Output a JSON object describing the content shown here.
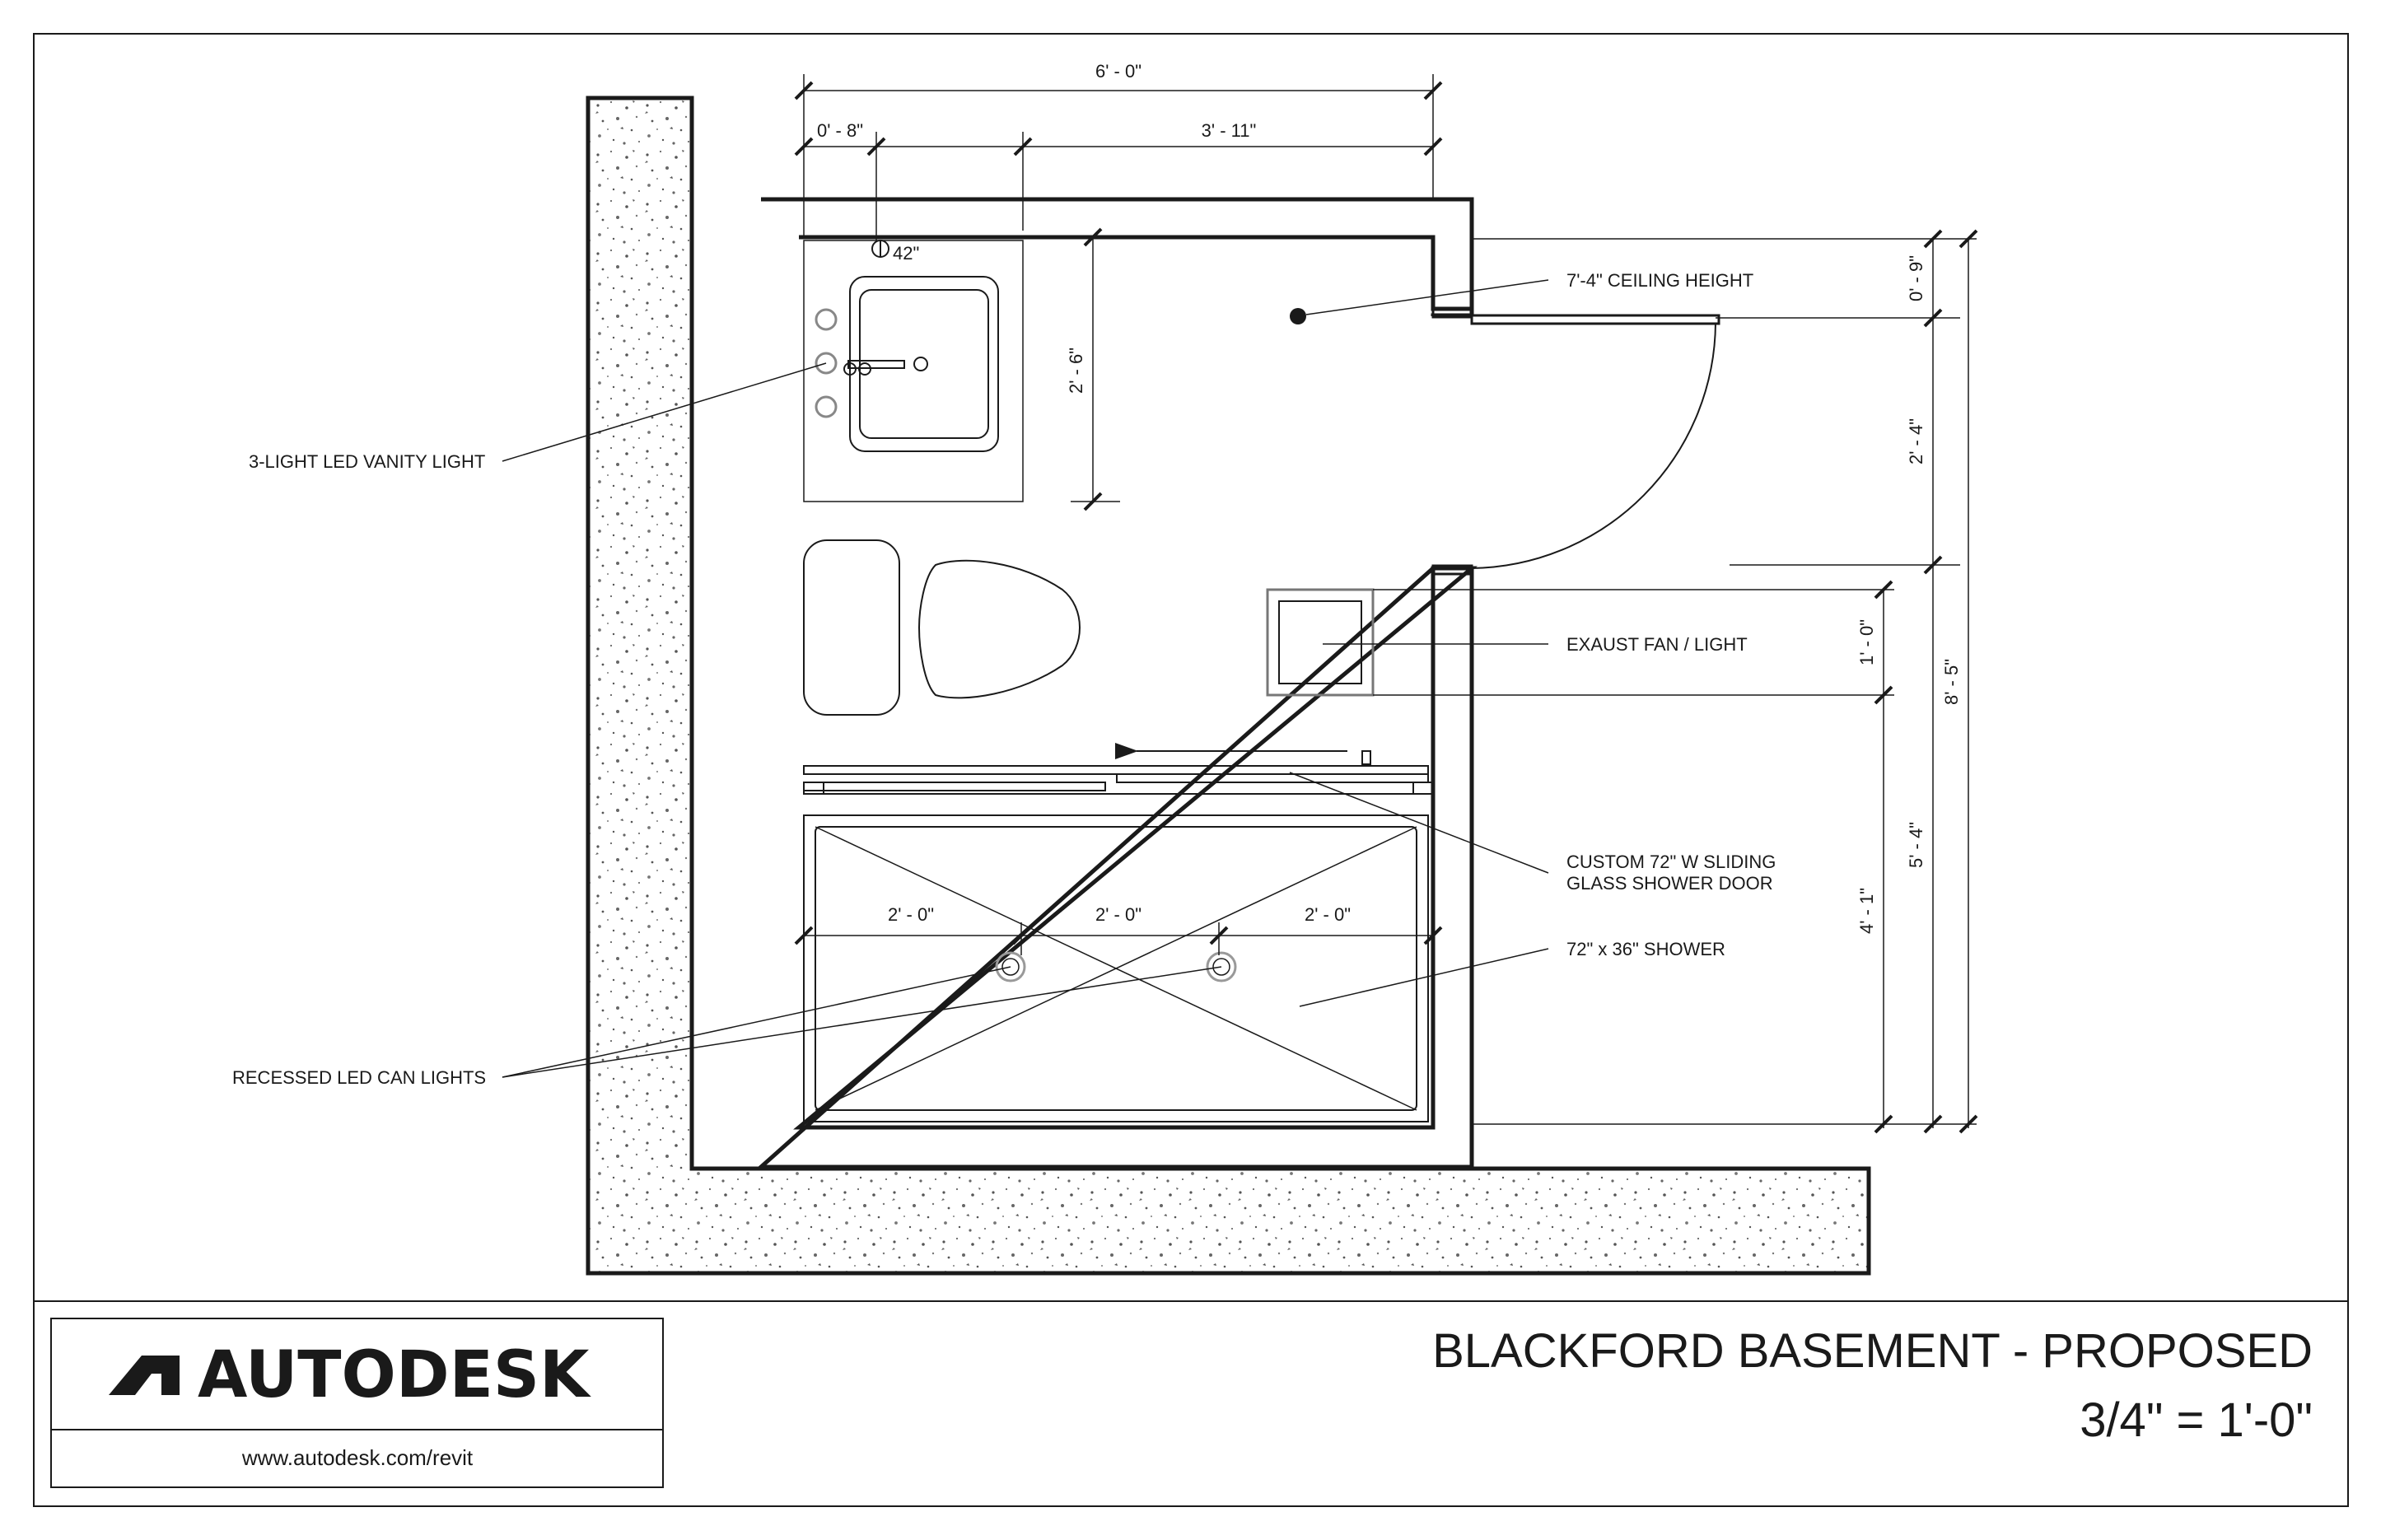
{
  "labels": {
    "vanity_light": "3-LIGHT LED VANITY LIGHT",
    "ceiling_height": "7'-4\" CEILING HEIGHT",
    "exhaust_fan": "EXAUST FAN / LIGHT",
    "shower_door_line1": "CUSTOM 72\" W SLIDING",
    "shower_door_line2": "GLASS SHOWER DOOR",
    "shower": "72\" x 36\" SHOWER",
    "can_lights": "RECESSED LED CAN LIGHTS",
    "sink_height": "42\""
  },
  "dimensions": {
    "overall_width": "6' - 0\"",
    "left_offset": "0' - 8\"",
    "right_span": "3' - 11\"",
    "vanity_depth": "2' - 6\"",
    "top_jog": "0' - 9\"",
    "door_opening": "2' - 4\"",
    "fan_size": "1' - 0\"",
    "lower_wall": "5' - 4\"",
    "fan_to_bottom": "4' - 1\"",
    "overall_height": "8' - 5\"",
    "shower_seg_1": "2' - 0\"",
    "shower_seg_2": "2' - 0\"",
    "shower_seg_3": "2' - 0\""
  },
  "title_block": {
    "brand": "AUTODESK",
    "url": "www.autodesk.com/revit",
    "title": "BLACKFORD BASEMENT - PROPOSED",
    "scale": "3/4\" = 1'-0\""
  },
  "colors": {
    "line": "#1a1a1a",
    "concrete_fill": "#ffffff",
    "concrete_speckle": "#555555"
  }
}
